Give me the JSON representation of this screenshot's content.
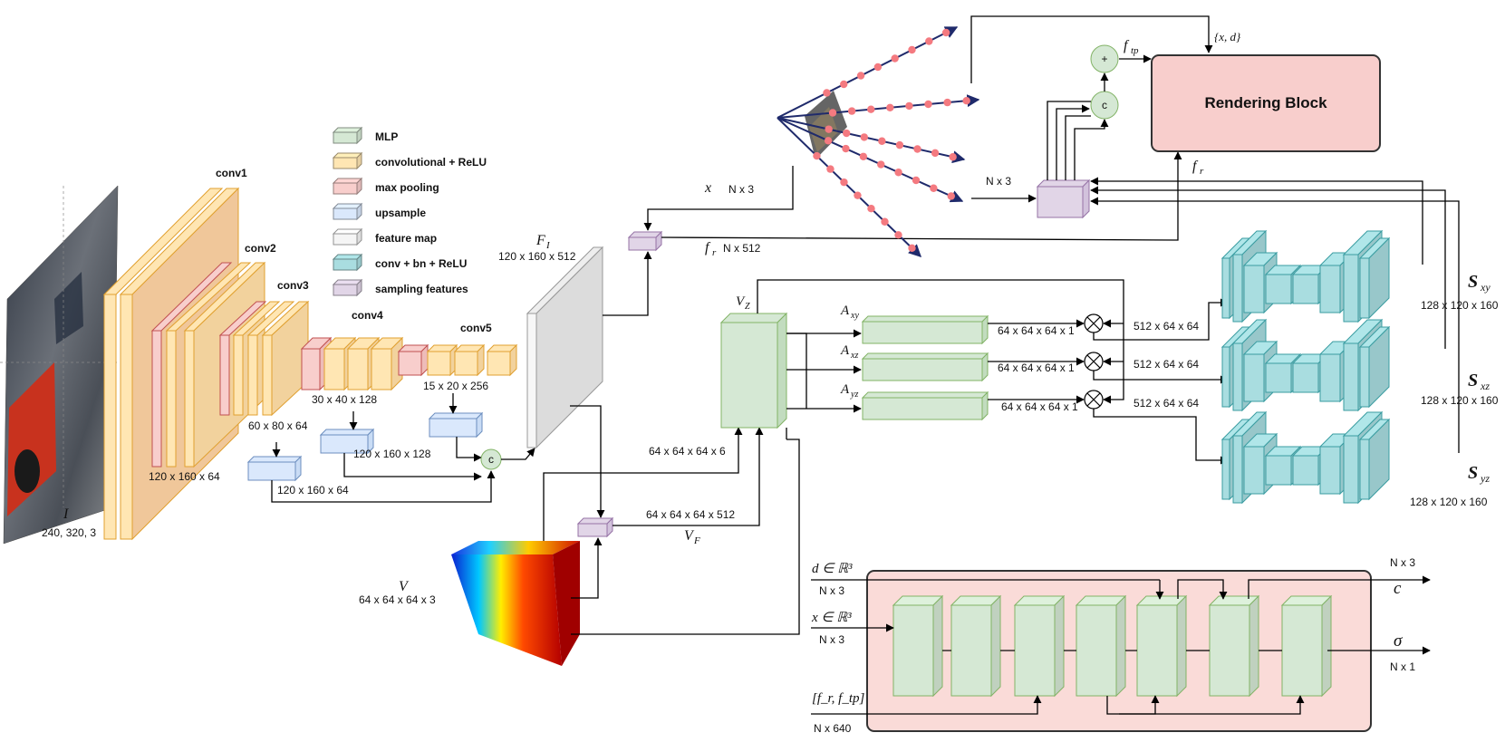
{
  "legend": {
    "items": [
      {
        "label": "MLP",
        "color": "#d5e8d4"
      },
      {
        "label": "convolutional + ReLU",
        "color": "#ffe6b3"
      },
      {
        "label": "max pooling",
        "color": "#f8cecc"
      },
      {
        "label": "upsample",
        "color": "#dae8fc"
      },
      {
        "label": "feature map",
        "color": "#f5f5f5"
      },
      {
        "label": "conv + bn + ReLU",
        "color": "#a9dde0"
      },
      {
        "label": "sampling features",
        "color": "#e1d5e7"
      }
    ]
  },
  "encoder": {
    "conv1": "conv1",
    "conv2": "conv2",
    "conv3": "conv3",
    "conv4": "conv4",
    "conv5": "conv5",
    "input_symbol": "I",
    "input_dims": "240, 320, 3",
    "dims_c1": "120 x 160 x 64",
    "dims_c2": "60 x 80 x 64",
    "dims_c4": "30 x 40 x 128",
    "dims_c5": "15 x 20 x 256",
    "up1_dims": "120 x 160 x 64",
    "up2_dims": "120 x 160 x 128",
    "concat": "c"
  },
  "feature_map": {
    "symbol": "F",
    "sub": "I",
    "dims": "120 x 160 x 512"
  },
  "sampling": {
    "x_label": "x",
    "x_dims": "N x 3",
    "fr_label": "f",
    "fr_sub": "r",
    "fr_dims": "N x 512",
    "nx3": "N x 3"
  },
  "top": {
    "plus": "+",
    "concat": "c",
    "ftp_main": "f",
    "ftp_sub": "tp",
    "xd": "{x, d}",
    "render": "Rendering Block",
    "fr_main": "f",
    "fr_sub": "r"
  },
  "volume": {
    "v_label": "V",
    "v_dims": "64 x 64 x 64 x 3",
    "vf_main": "V",
    "vf_sub": "F",
    "vf_dims": "64 x 64 x 64 x 512",
    "vz_main": "V",
    "vz_sub": "Z",
    "in6_dims": "64 x 64 x 64 x 6"
  },
  "attention": {
    "axy_main": "A",
    "axy_sub": "xy",
    "axz_main": "A",
    "axz_sub": "xz",
    "ayz_main": "A",
    "ayz_sub": "yz",
    "a_dims": "64 x 64 x 64 x 1",
    "feat_dims": "512 x 64 x 64"
  },
  "planes": {
    "sxy_main": "S",
    "sxy_sub": "xy",
    "sxz_main": "S",
    "sxz_sub": "xz",
    "syz_main": "S",
    "syz_sub": "yz",
    "dims": "128 x 120 x 160"
  },
  "mlp": {
    "d_in": "d ∈ ℝ³",
    "d_dims": "N x 3",
    "x_in": "x ∈ ℝ³",
    "x_dims": "N x 3",
    "f_in": "[f_r, f_tp]",
    "f_dims": "N x 640",
    "c_out": "c",
    "c_dims": "N x 3",
    "sigma_out": "σ",
    "sigma_dims": "N x 1"
  }
}
